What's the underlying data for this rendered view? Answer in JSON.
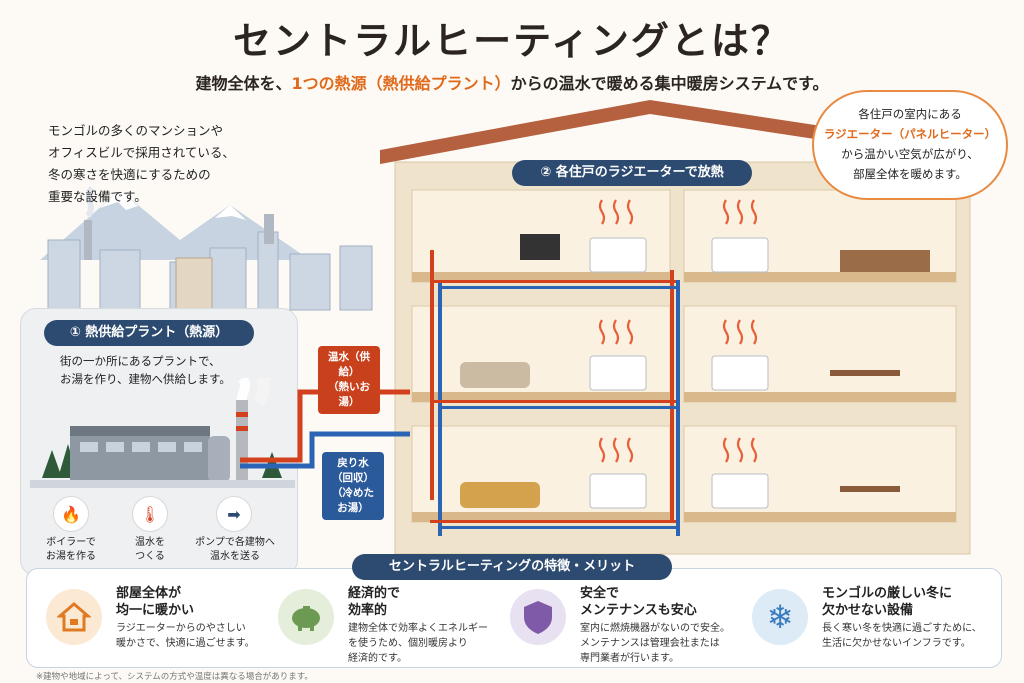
{
  "title": "セントラルヒーティングとは？",
  "subtitle": {
    "before": "建物全体を、",
    "highlight": "1つの熱源（熱供給プラント）",
    "after": "からの温水で暖める集中暖房システムです。"
  },
  "intro": [
    "モンゴルの多くのマンションや",
    "オフィスビルで採用されている、",
    "冬の寒さを快適にするための",
    "重要な設備です。"
  ],
  "plant": {
    "title": "① 熱供給プラント（熱源）",
    "desc": [
      "街の一か所にあるプラントで、",
      "お湯を作り、建物へ供給します。"
    ],
    "steps": [
      {
        "icon": "flame-icon",
        "glyph": "🔥",
        "label": [
          "ボイラーで",
          "お湯を作る"
        ]
      },
      {
        "icon": "thermometer-icon",
        "glyph": "🌡",
        "label": [
          "温水を",
          "つくる"
        ]
      },
      {
        "icon": "arrow-right-icon",
        "glyph": "➡",
        "label": [
          "ポンプで各建物へ",
          "温水を送る"
        ]
      }
    ]
  },
  "flows": {
    "supply": [
      "温水（供給）",
      "（熱いお湯）"
    ],
    "return": [
      "戻り水（回収）",
      "（冷めたお湯）"
    ]
  },
  "house": {
    "section_title": "② 各住戸のラジエーターで放熱"
  },
  "bubble": {
    "line1": "各住戸の室内にある",
    "highlight": "ラジエーター（パネルヒーター）",
    "line3": "から温かい空気が広がり、",
    "line4": "部屋全体を暖めます。"
  },
  "features": {
    "title": "セントラルヒーティングの特徴・メリット",
    "items": [
      {
        "icon": "house-icon",
        "head": [
          "部屋全体が",
          "均一に暖かい"
        ],
        "body": [
          "ラジエーターからのやさしい",
          "暖かさで、快適に過ごせます。"
        ]
      },
      {
        "icon": "piggy-bank-icon",
        "head": [
          "経済的で",
          "効率的"
        ],
        "body": [
          "建物全体で効率よくエネルギー",
          "を使うため、個別暖房より",
          "経済的です。"
        ]
      },
      {
        "icon": "shield-icon",
        "head": [
          "安全で",
          "メンテナンスも安心"
        ],
        "body": [
          "室内に燃焼機器がないので安全。",
          "メンテナンスは管理会社または",
          "専門業者が行います。"
        ]
      },
      {
        "icon": "snowflake-icon",
        "head": [
          "モンゴルの厳しい冬に",
          "欠かせない設備"
        ],
        "body": [
          "長く寒い冬を快適に過ごすために、",
          "生活に欠かせないインフラです。"
        ]
      }
    ]
  },
  "footnote": "※建物や地域によって、システムの方式や温度は異なる場合があります。",
  "colors": {
    "accent": "#e06a1c",
    "navy": "#2d4b70",
    "supply": "#d2401e",
    "return": "#2b64b4"
  }
}
